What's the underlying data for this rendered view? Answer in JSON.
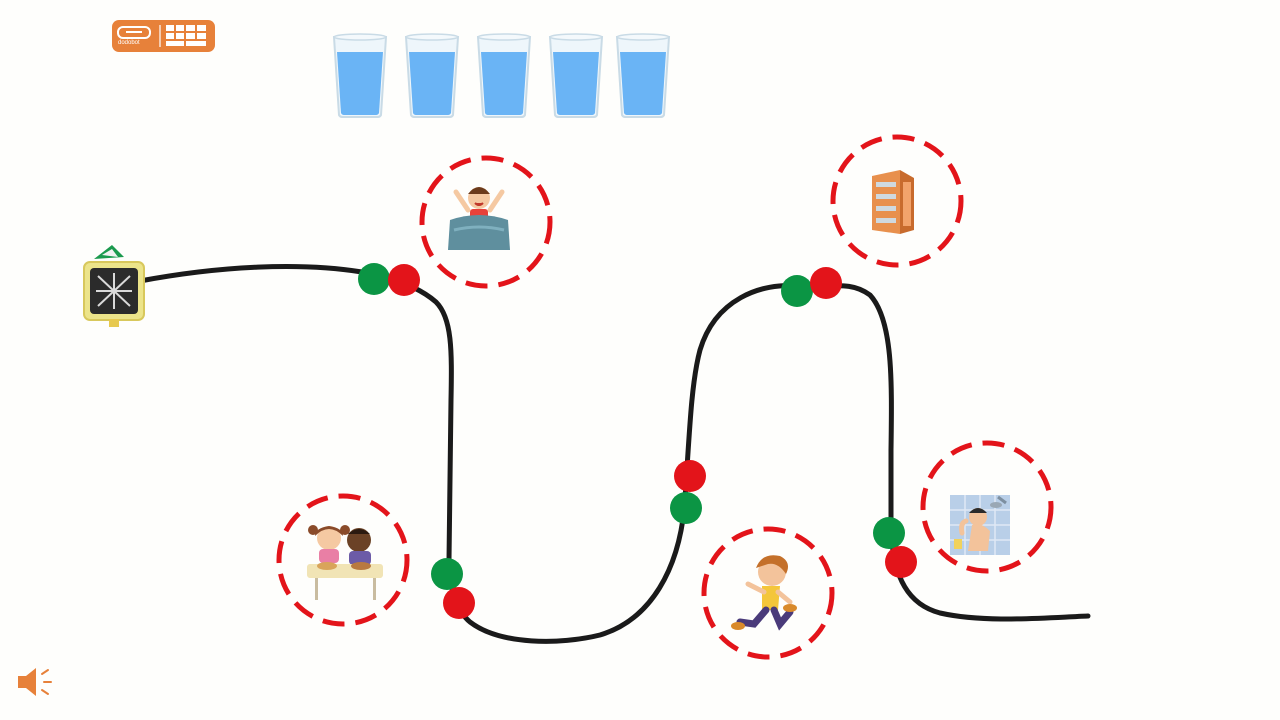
{
  "logo": {
    "brand_text": "dodobot"
  },
  "glasses": {
    "total": 5,
    "fill_fraction": 0.82,
    "water_color": "#6ab4f5"
  },
  "path": {
    "line_color": "#1a1a1a"
  },
  "markers": {
    "go_color": "#0b9544",
    "stop_color": "#e3141a"
  },
  "stations": [
    {
      "name": "wake-up",
      "icon": "boy-waking-in-bed-icon"
    },
    {
      "name": "breakfast",
      "icon": "kids-eating-at-table-icon"
    },
    {
      "name": "exercise",
      "icon": "running-boy-icon"
    },
    {
      "name": "office",
      "icon": "office-building-icon"
    },
    {
      "name": "bath",
      "icon": "shower-bath-icon"
    }
  ],
  "robot": {
    "icon": "robot-module-icon",
    "accent": "#e9e07a"
  },
  "sound": {
    "icon": "speaker-icon"
  },
  "ring_color": "#e3141a"
}
